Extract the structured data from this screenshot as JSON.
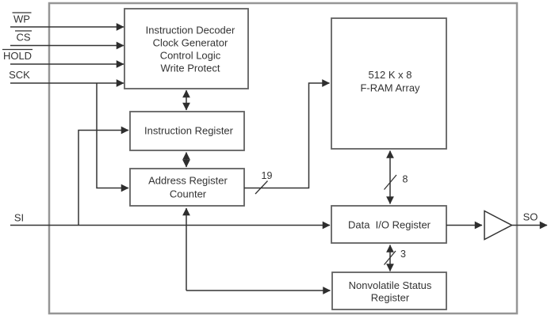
{
  "signals": {
    "wp": "WP",
    "cs": "CS",
    "hold": "HOLD",
    "sck": "SCK",
    "si": "SI",
    "so": "SO"
  },
  "blocks": {
    "decoder": {
      "lines": [
        "Instruction Decoder",
        "Clock Generator",
        "Control Logic",
        "Write Protect"
      ]
    },
    "instruction_register": {
      "label": "Instruction Register"
    },
    "address_register": {
      "lines": [
        "Address Register",
        "Counter"
      ]
    },
    "fram_array": {
      "lines": [
        "512 K x 8",
        "F-RAM Array"
      ]
    },
    "data_io_register": {
      "label": "Data  I/O Register"
    },
    "nonvolatile_status_register": {
      "lines": [
        "Nonvolatile Status",
        "Register"
      ]
    }
  },
  "bus_widths": {
    "address": "19",
    "data": "8",
    "status": "3"
  },
  "colors": {
    "wire": "#333333",
    "box_border": "#606060",
    "outer_border": "#969696",
    "text": "#333333",
    "background": "#ffffff"
  }
}
